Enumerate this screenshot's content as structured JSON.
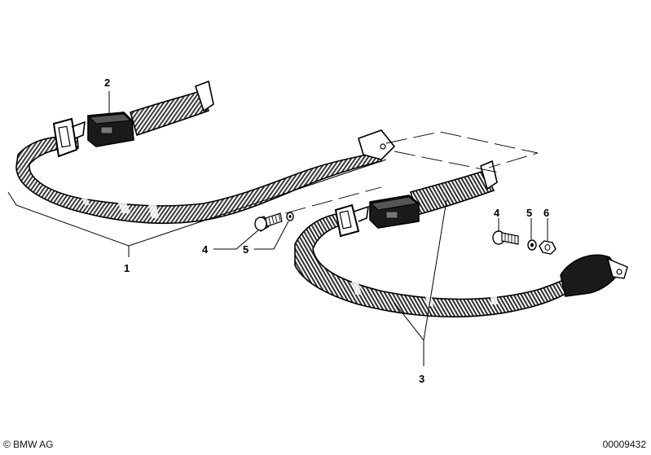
{
  "callouts": {
    "c1": "1",
    "c2": "2",
    "c3": "3",
    "c4a": "4",
    "c5a": "5",
    "c4b": "4",
    "c5b": "5",
    "c6": "6"
  },
  "footer": {
    "copyright": "© BMW AG",
    "diagram_number": "00009432"
  }
}
